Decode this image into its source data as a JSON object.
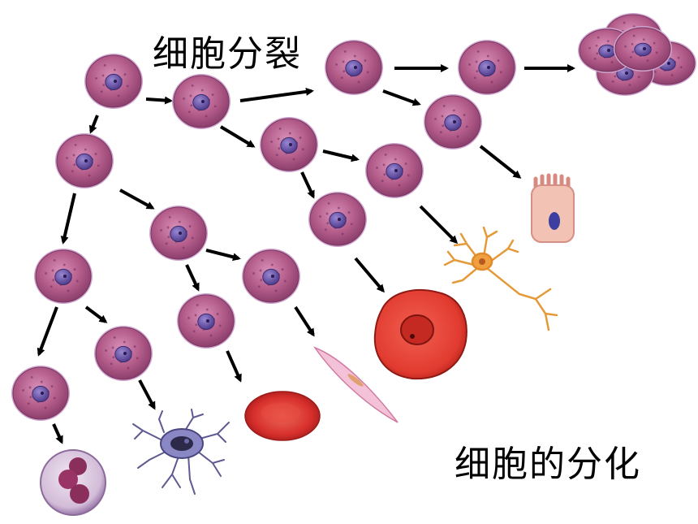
{
  "labels": {
    "division": "细胞分裂",
    "differentiation": "细胞的分化"
  },
  "colors": {
    "stem_fill": "#b35c8a",
    "stem_rim": "#c8a0c8",
    "stem_nucleus": "#6a55a8",
    "arrow": "#000000",
    "red_blood_cell": "#d8302c",
    "large_cell": "#e23b30",
    "neuron": "#f0a040",
    "smooth_muscle": "#f0b8d0",
    "epithelial": "#f2c2b4",
    "white_blood_cell": "#b898c8",
    "glial": "#8a88c4"
  },
  "stem_cells": [
    "stem-cell",
    "stem-cell",
    "stem-cell",
    "stem-cell",
    "stem-cell",
    "stem-cell",
    "stem-cell",
    "stem-cell",
    "stem-cell",
    "stem-cell",
    "stem-cell",
    "stem-cell",
    "stem-cell",
    "stem-cell"
  ],
  "differentiated_cells": [
    "epithelial-cell",
    "neuron",
    "large-nucleated-cell",
    "smooth-muscle-cell",
    "red-blood-cell",
    "glial-cell",
    "white-blood-cell",
    "cell-cluster"
  ]
}
